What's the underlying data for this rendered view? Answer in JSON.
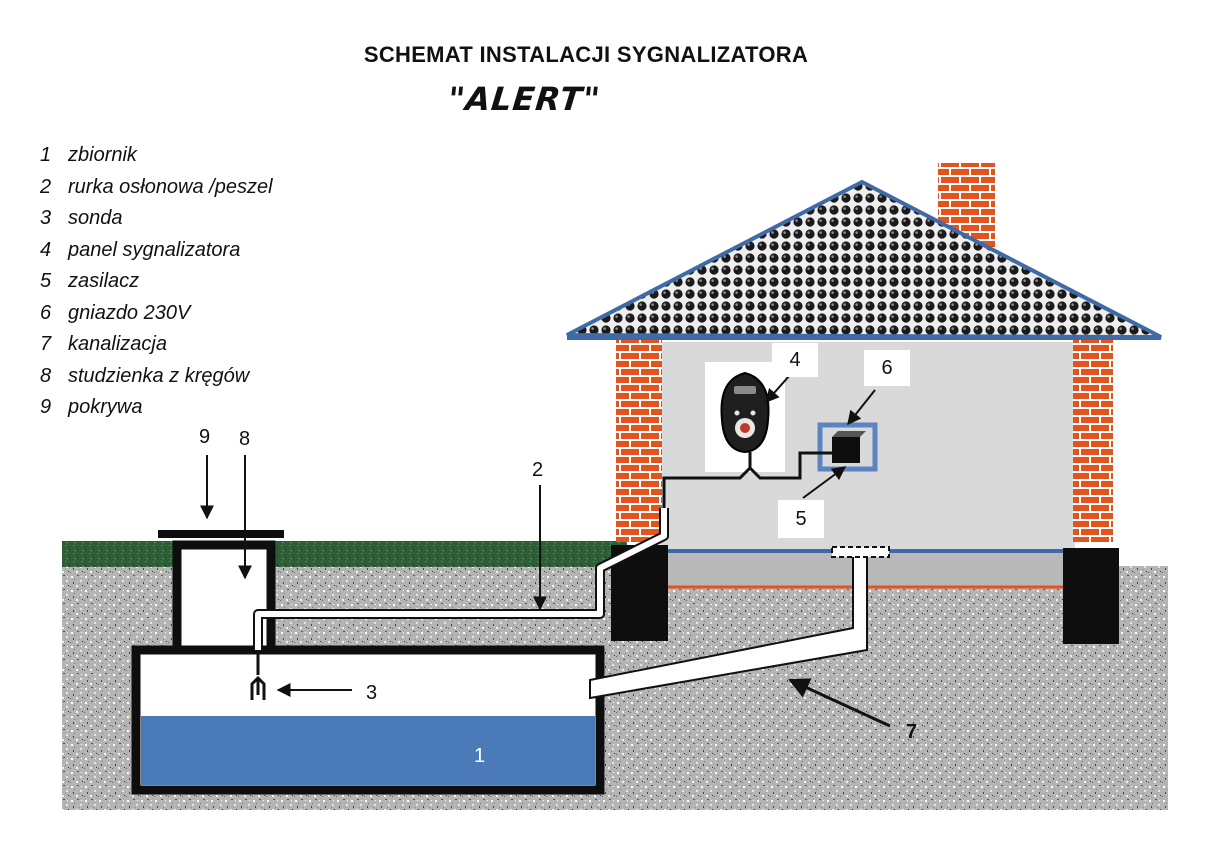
{
  "title": "SCHEMAT INSTALACJI SYGNALIZATORA",
  "subtitle": "\"ALERT\"",
  "legend": [
    {
      "num": "1",
      "text": "zbiornik"
    },
    {
      "num": "2",
      "text": "rurka osłonowa /peszel"
    },
    {
      "num": "3",
      "text": "sonda"
    },
    {
      "num": "4",
      "text": "panel sygnalizatora"
    },
    {
      "num": "5",
      "text": "zasilacz"
    },
    {
      "num": "6",
      "text": "gniazdo 230V"
    },
    {
      "num": "7",
      "text": "kanalizacja"
    },
    {
      "num": "8",
      "text": "studzienka z kręgów"
    },
    {
      "num": "9",
      "text": "pokrywa"
    }
  ],
  "callouts": {
    "tank": "1",
    "conduit": "2",
    "probe": "3",
    "panel": "4",
    "power_supply": "5",
    "socket": "6",
    "sewer": "7",
    "well": "8",
    "lid": "9"
  },
  "colors": {
    "ground": "#b7b7b7",
    "grass": "#2f5d37",
    "brick": "#e2531e",
    "roof_outline": "#3f6aa6",
    "wall": "#d9d9d9",
    "water": "#4a7ab8",
    "socket_frame": "#5b84c1"
  }
}
